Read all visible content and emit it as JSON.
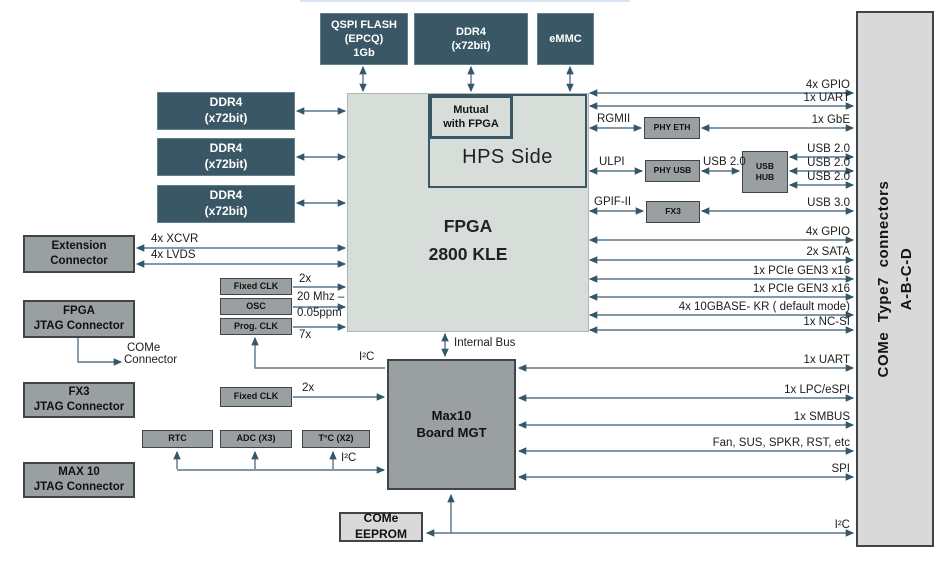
{
  "colors": {
    "dark": "#3a5765",
    "gray": "#9aa0a2",
    "fpga": "#d7ded9",
    "light": "#d9d9d9",
    "line": "#5b7585",
    "arrow": "#34576a",
    "text": "#1c1c1c"
  },
  "blocks": {
    "qspi_flash": [
      "QSPI FLASH",
      "(EPCQ)",
      "1Gb"
    ],
    "ddr4_top": [
      "DDR4",
      "(x72bit)"
    ],
    "emmc": [
      "eMMC"
    ],
    "ddr4_1": [
      "DDR4",
      "(x72bit)"
    ],
    "ddr4_2": [
      "DDR4",
      "(x72bit)"
    ],
    "ddr4_3": [
      "DDR4",
      "(x72bit)"
    ],
    "fpga": [
      "FPGA",
      "2800 KLE"
    ],
    "hps": [
      "HPS Side"
    ],
    "mutual": [
      "Mutual",
      "with FPGA"
    ],
    "extension_connector": [
      "Extension",
      "Connector"
    ],
    "fpga_jtag": [
      "FPGA",
      "JTAG Connector"
    ],
    "fx3_jtag": [
      "FX3",
      "JTAG Connector"
    ],
    "max10_jtag": [
      "MAX 10",
      "JTAG Connector"
    ],
    "fixed_clk_1": [
      "Fixed CLK"
    ],
    "osc": [
      "OSC"
    ],
    "prog_clk": [
      "Prog. CLK"
    ],
    "fixed_clk_2": [
      "Fixed CLK"
    ],
    "rtc": [
      "RTC"
    ],
    "adc": [
      "ADC (X3)"
    ],
    "temp": [
      "T°C (X2)"
    ],
    "phy_eth": [
      "PHY ETH"
    ],
    "phy_usb": [
      "PHY USB"
    ],
    "usb_hub": [
      "USB",
      "HUB"
    ],
    "fx3": [
      "FX3"
    ],
    "max10": [
      "Max10",
      "Board MGT"
    ],
    "eeprom": [
      "COMe",
      "EEPROM"
    ],
    "come_type7": [
      "COMe  Type7  connectors",
      "A-B-C-D"
    ]
  },
  "bus_labels": {
    "gpio_top": "4x GPIO",
    "uart_top": "1x UART",
    "gbe": "1x GbE",
    "usb20_a": "USB 2.0",
    "usb20_b": "USB 2.0",
    "usb20_c": "USB 2.0",
    "usb20_mid": "USB 2.0",
    "usb30": "USB 3.0",
    "rgmii": "RGMII",
    "ulpi": "ULPI",
    "gpif": "GPIF-II",
    "gpio_mid": "4x GPIO",
    "sata": "2x SATA",
    "pcie_a": "1x PCIe GEN3 x16",
    "pcie_b": "1x PCIe GEN3 x16",
    "tengbase": "4x 10GBASE- KR ( default mode)",
    "ncsi": "1x NC-SI",
    "uart_bot": "1x UART",
    "lpc": "1x LPC/eSPI",
    "smbus": "1x SMBUS",
    "fan": "Fan, SUS, SPKR, RST, etc",
    "spi": "SPI",
    "i2c_bot": "I²C",
    "xcvr": "4x XCVR",
    "lvds": "4x LVDS",
    "clk2x_a": "2x",
    "mhz_a": "20 Mhz –",
    "mhz_b": "0.05ppm",
    "clk7x": "7x",
    "clk2x_b": "2x",
    "i2c_prog": "I²C",
    "i2c_bus": "I²C",
    "internal_bus": "Internal Bus",
    "come_conn_a": "COMe",
    "come_conn_b": "Connector"
  }
}
